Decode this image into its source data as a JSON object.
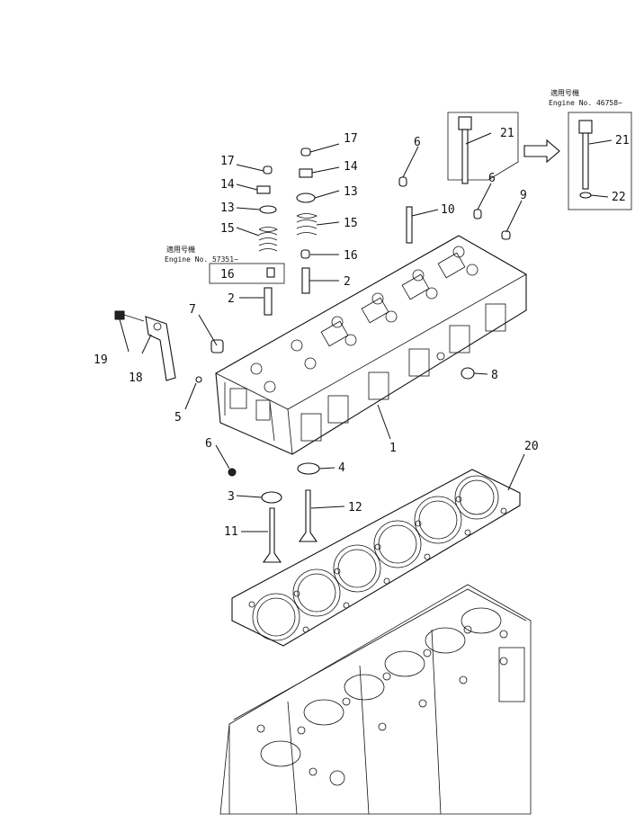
{
  "serial_notes": {
    "top_right": {
      "line1": "適用号機",
      "line2": "Engine  No. 46758~"
    },
    "left": {
      "line1": "適用号機",
      "line2": "Engine  No. 57351~"
    }
  },
  "callouts": {
    "c1": "1",
    "c2a": "2",
    "c2b": "2",
    "c3": "3",
    "c4": "4",
    "c5": "5",
    "c6a": "6",
    "c6b": "6",
    "c6c": "6",
    "c7": "7",
    "c8": "8",
    "c9": "9",
    "c10": "10",
    "c11": "11",
    "c12": "12",
    "c13a": "13",
    "c13b": "13",
    "c14a": "14",
    "c14b": "14",
    "c15a": "15",
    "c15b": "15",
    "c16a": "16",
    "c16b": "16",
    "c17a": "17",
    "c17b": "17",
    "c18": "18",
    "c19": "19",
    "c20": "20",
    "c21a": "21",
    "c21b": "21",
    "c22": "22"
  }
}
